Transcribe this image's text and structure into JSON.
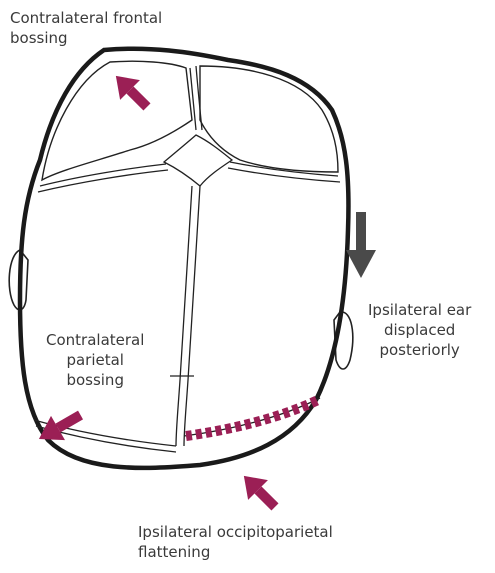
{
  "labels": {
    "frontal_bossing": [
      "Contralateral frontal",
      "bossing"
    ],
    "ear_displaced": [
      "Ipsilateral ear",
      "displaced",
      "posteriorly"
    ],
    "parietal_bossing": [
      "Contralateral",
      "parietal",
      "bossing"
    ],
    "occipitoparietal_flattening": [
      "Ipsilateral occipitoparietal",
      "flattening"
    ]
  },
  "colors": {
    "arrow_accent": "#9b1f55",
    "down_arrow": "#4a4a4a",
    "skull_outline": "#1a1a1a",
    "suture_line": "#222222"
  }
}
